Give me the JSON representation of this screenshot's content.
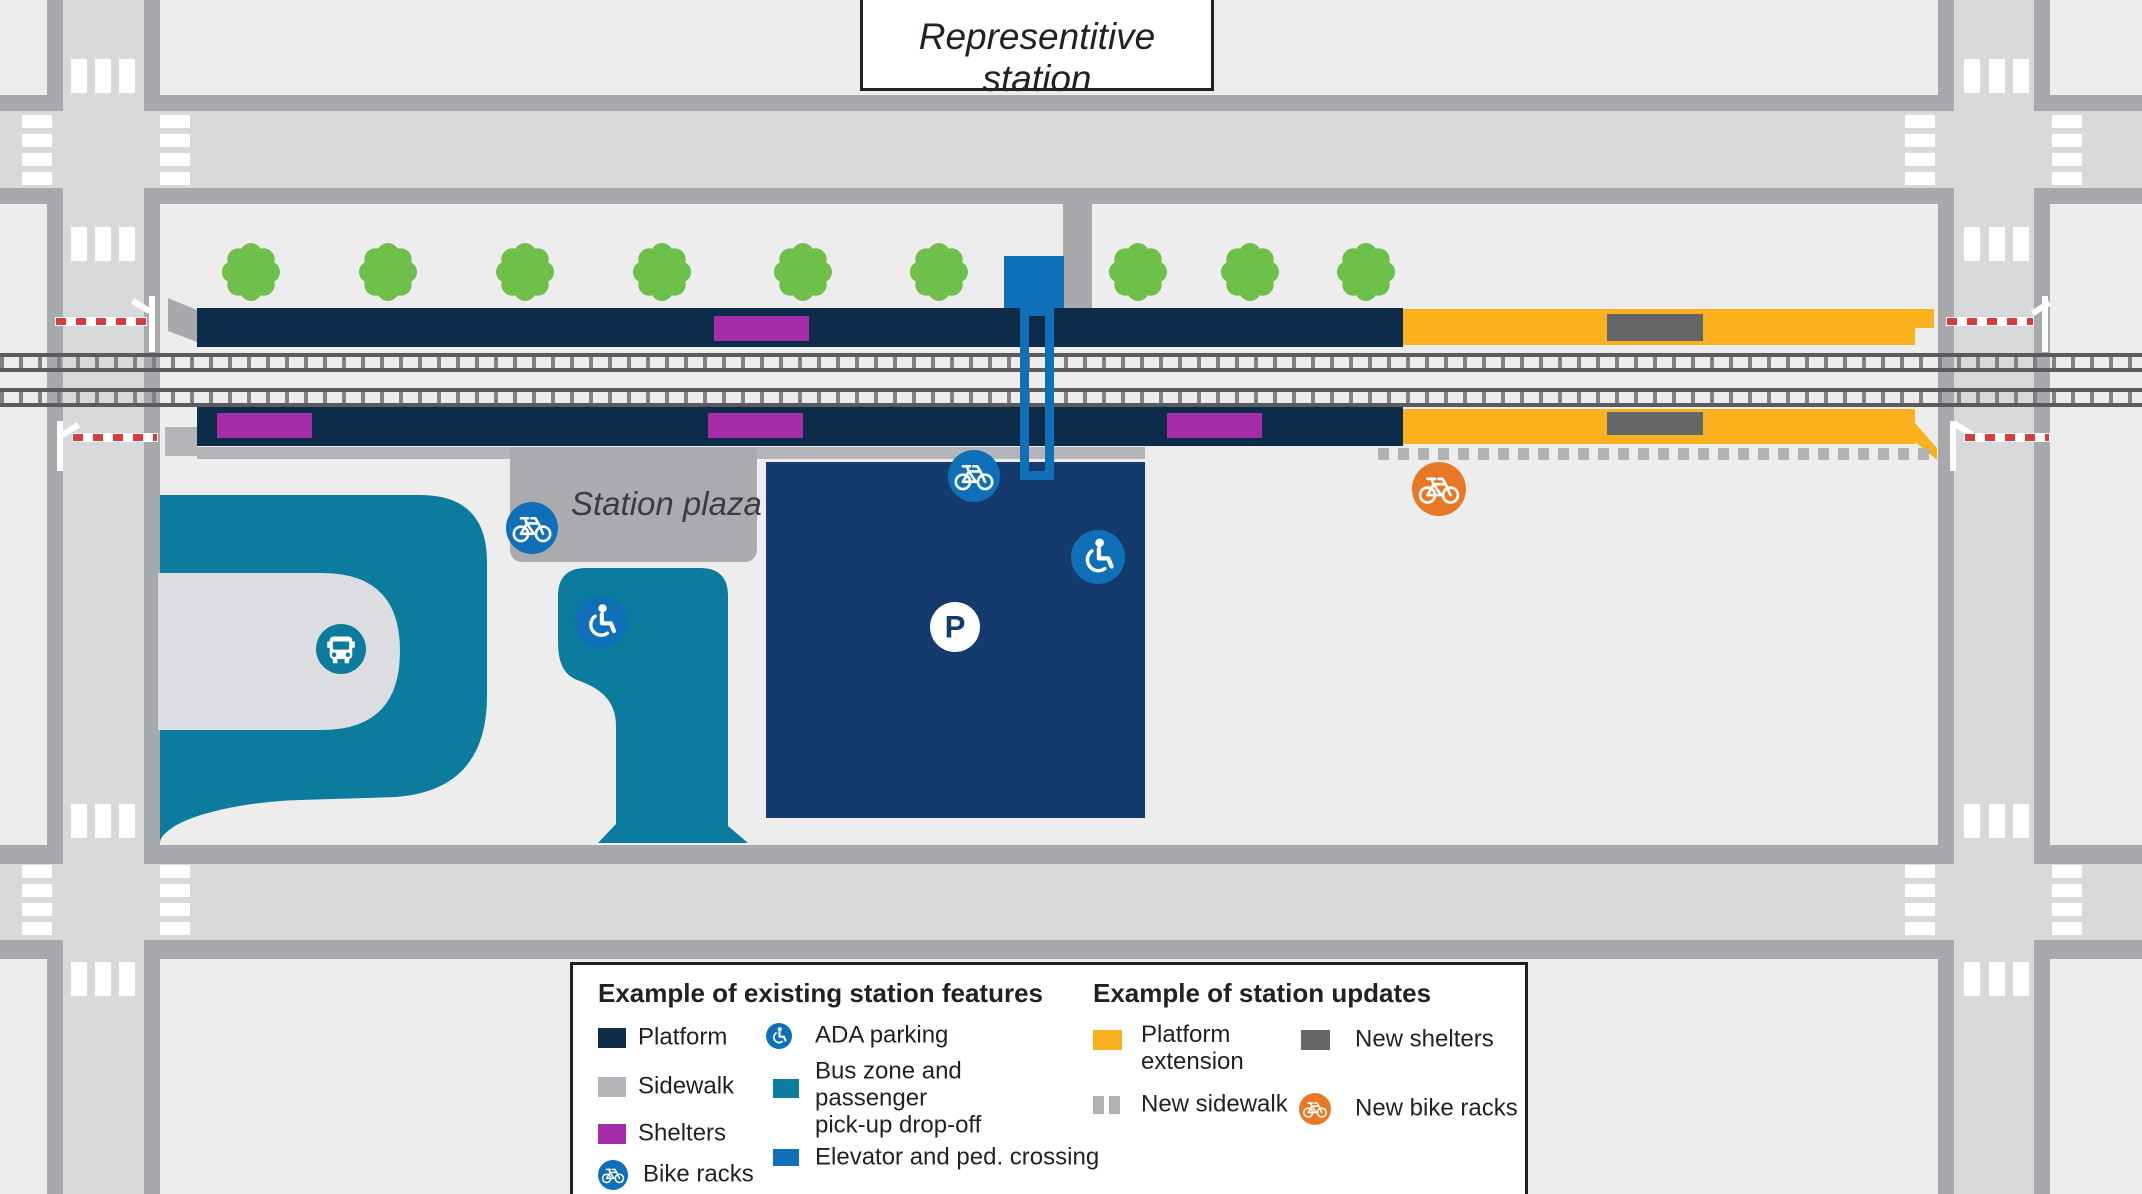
{
  "title": "Representitive station",
  "map_labels": {
    "station_plaza": "Station plaza"
  },
  "legend": {
    "existing": {
      "heading": "Example of existing station features",
      "items": [
        {
          "label": "Platform",
          "type": "rect",
          "color_key": "platform_navy"
        },
        {
          "label": "Sidewalk",
          "type": "rect",
          "color_key": "sidewalk_gray"
        },
        {
          "label": "Shelters",
          "type": "rect",
          "color_key": "purple"
        },
        {
          "label": "Bike racks",
          "type": "icon",
          "icon": "bike-racks-icon",
          "color_key": "blue"
        },
        {
          "label": "ADA parking",
          "type": "icon",
          "icon": "ada-parking-icon",
          "color_key": "blue"
        },
        {
          "label": "Bus zone and passenger\npick-up drop-off",
          "type": "rect",
          "color_key": "teal"
        },
        {
          "label": "Elevator and ped. crossing",
          "type": "rect",
          "color_key": "blue"
        }
      ]
    },
    "updates": {
      "heading": "Example of station updates",
      "items": [
        {
          "label": "Platform\nextension",
          "type": "rect",
          "color_key": "yellow"
        },
        {
          "label": "New sidewalk",
          "type": "dashes",
          "color_key": "dash_gray"
        },
        {
          "label": "New shelters",
          "type": "rect",
          "color_key": "new_shelter_gray"
        },
        {
          "label": "New bike racks",
          "type": "icon",
          "icon": "new-bike-racks-icon",
          "color_key": "orange"
        }
      ]
    }
  },
  "icons": {
    "parking_letter": "P"
  },
  "colors": {
    "background": "#ededee",
    "road_light": "#d7d9da",
    "road_dark": "#a7a9ac",
    "platform_navy": "#0d2c49",
    "parking_navy": "#143a6e",
    "teal": "#0b7c9e",
    "blue": "#0f6fb8",
    "purple": "#a52ea8",
    "yellow": "#fbb11e",
    "new_shelter_gray": "#646668",
    "tree_green": "#6ec04b",
    "orange": "#e97826",
    "sidewalk_gray": "#b3b5b8",
    "plaza_gray": "#a9abae",
    "island_gray": "#dcdde0",
    "rail": "#5a5b5d",
    "tie": "#808285",
    "gate_red": "#d93a3c",
    "dash_gray": "#b0b2b5",
    "text_dark": "#241f21",
    "white": "#ffffff"
  }
}
